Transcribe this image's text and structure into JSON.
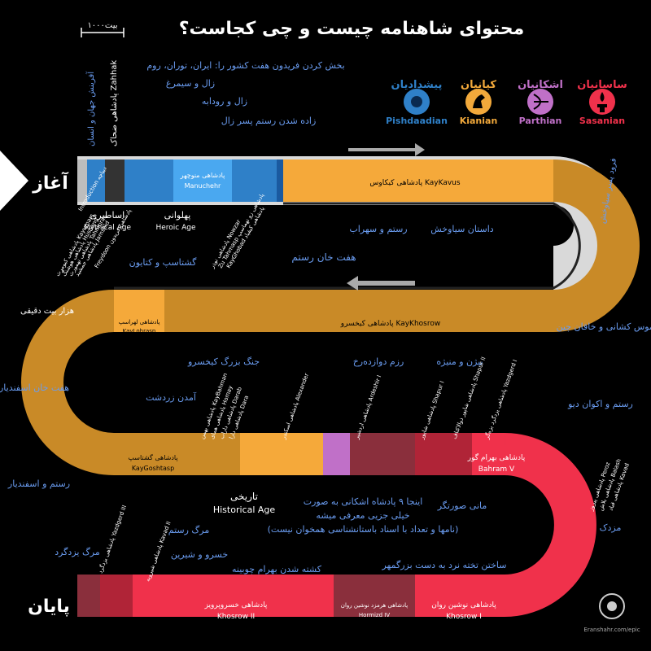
{
  "title": "محتوای شاهنامه چیست و چی کجاست؟",
  "scale_label": "۱۰۰۰بیت",
  "start_label": "آغاز",
  "end_label": "پایان",
  "credit": "Eranshahr.com/epic",
  "dynasties": [
    {
      "fa": "پیشدادیان",
      "en": "Pishdaadian",
      "color": "#2f80c8",
      "icon": "sun-emblem-icon"
    },
    {
      "fa": "کیانیان",
      "en": "Kianian",
      "color": "#f2a93b",
      "icon": "horse-head-icon"
    },
    {
      "fa": "اشکانیان",
      "en": "Parthian",
      "color": "#c070c8",
      "icon": "bow-arrow-icon"
    },
    {
      "fa": "ساسانیان",
      "en": "Sasanian",
      "color": "#f0314b",
      "icon": "fire-altar-icon"
    }
  ],
  "colors": {
    "accent": "#6a9cf0",
    "track_edge": "#d9d9d9",
    "background": "#000000"
  },
  "eras": {
    "mythical": {
      "fa": "اساطیری",
      "en": "Mythical Age"
    },
    "heroic": {
      "fa": "پهلوانی",
      "en": "Heroic Age"
    },
    "historical": {
      "fa": "تاریخی",
      "en": "Historical Age"
    }
  },
  "row1": {
    "top_vertical": [
      "آفرینش جهان و انسان",
      "پادشاهی ضحاک Zahhak"
    ],
    "top_notes": [
      "بخش کردن فریدون هفت کشور را: ایران، توران، روم",
      "زال و سیمرغ",
      "زال و رودابه",
      "زاده شدن رستم پسر زال"
    ],
    "segments": {
      "manuchehr_fa": "پادشاهی منوچهر",
      "manuchehr_en": "Manuchehr",
      "kaykavus_fa": "پادشاهی کیکاوس",
      "kaykavus_en": "KayKavus"
    },
    "bottom_rotated": [
      "Introduction دیباچه",
      "پادشاهی کیومرث Kayumars",
      "پادشاهی هوشنگ Hushang",
      "پادشاهی تهمورث Tahmuras",
      "پادشاهی جمشید Jamshid",
      "Freydoon پادشاهی فریدون",
      "پادشاهی نوذر Nowzar",
      "Zu Tahmasp پادشاهی زو تهماسپ",
      "KayGhobad پادشاهی کیقباد"
    ],
    "notes": [
      "هفت خان رستم",
      "رستم و سهراب",
      "داستان سیاوخش"
    ],
    "right_note": "فرود پسر سیاوخش"
  },
  "row2": {
    "kaykhosrow_fa": "پادشاهی کیخسرو",
    "kaykhosrow_en": "KayKhosrow",
    "lohrasp_fa": "پادشاهی لهراسپ",
    "lohrasp_en": "KayLohrasp",
    "top_note": "گشتاسپ و کتایون",
    "left_top_note": "هزار بیت دقیقی",
    "notes": [
      "جنگ بزرگ کیخسرو",
      "رزم دوازده‌رخ",
      "بیژن و منیژه"
    ],
    "right_notes": [
      "کاموس کشانی و خاقان چین",
      "رستم و اکوان دیو"
    ],
    "left_note": "هفت خان اسفندیار"
  },
  "row3": {
    "goshtasp_fa": "پادشاهی گشتاسپ",
    "goshtasp_en": "KayGoshtasp",
    "bahram_fa": "پادشاهی بهرام گور",
    "bahram_en": "Bahram V",
    "zardosht": "آمدن زردشت",
    "rotated": [
      "پادشاهی بهمن KayBahman",
      "پادشاهی همای Homay",
      "پادشاهی داراب Darab",
      "پادشاهی دارا Dara",
      "پادشاهی اسکندر Alexander",
      "پادشاهی اردشیر Ardeshir I",
      "پادشاهی شاپور Shapur I",
      "پادشاهی شاپور ذوالاکتاف Shapur II",
      "پادشاهی یزدگرد بزه‌گر Yazdgerd I"
    ],
    "right_rotated": [
      "پادشاهی پیروز Peroz",
      "پادشاهی بلاش Balash",
      "پادشاهی قباد Kavad"
    ],
    "notes": [
      "مانی صورتگر",
      "مزدک",
      "رستم و اسفندیار"
    ],
    "historical_note": [
      "اینجا ۹ پادشاه اشکانی به صورت",
      "خیلی جزیی معرفی میشه",
      "(نامها و تعداد با اسناد باستانشناسی همخوان نیست)"
    ]
  },
  "row4": {
    "khosrow1_fa": "پادشاهی نوشین روان",
    "khosrow1_en": "Khosrow I",
    "hormizd_fa": "پادشاهی هرمزد نوشین روان",
    "hormizd_en": "Hormizd IV",
    "khosrow2_fa": "پادشاهی خسروپرویز",
    "khosrow2_en": "Khosrow II",
    "notes": [
      "مرگ رستم",
      "خسرو و شیرین",
      "کشته شدن بهرام چوبینه",
      "ساختن تخته نرد به دست بزرگمهر",
      "مرگ یزدگرد"
    ],
    "rotated": [
      "پادشاهی یزدگرد Yazdgerd III",
      "پادشاهی شیرویه Kavad II"
    ]
  }
}
